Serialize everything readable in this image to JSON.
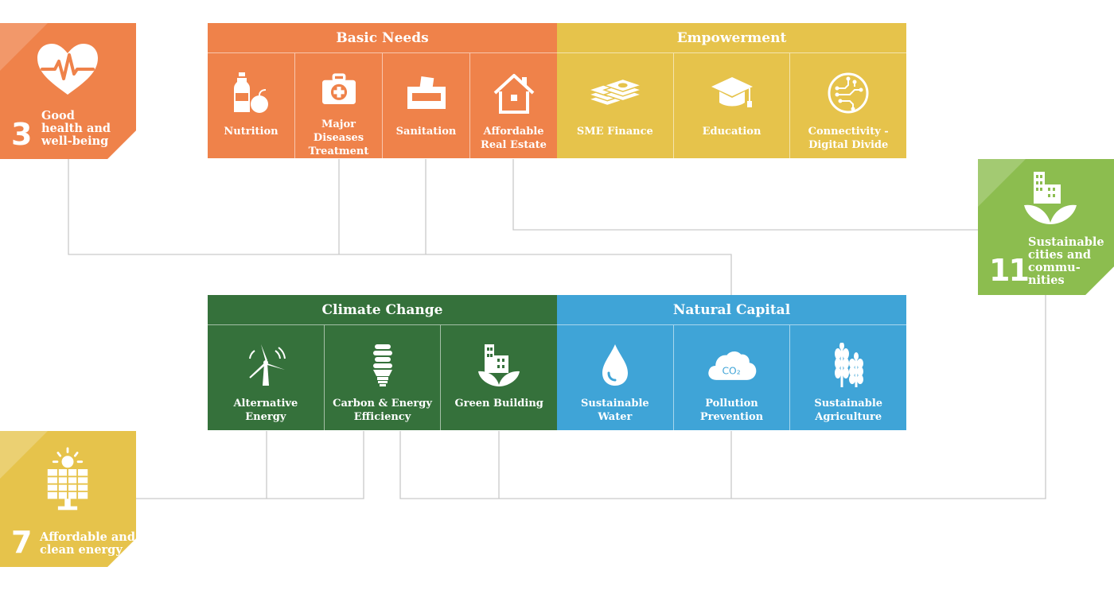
{
  "groups": {
    "basic_needs": {
      "title": "Basic Needs",
      "color": "#ef824a",
      "items": [
        {
          "label": "Nutrition",
          "icon": "nutrition-icon"
        },
        {
          "label": "Major Diseases\nTreatment",
          "icon": "medical-kit-icon"
        },
        {
          "label": "Sanitation",
          "icon": "sanitation-icon"
        },
        {
          "label": "Affordable\nReal Estate",
          "icon": "house-icon"
        }
      ]
    },
    "empowerment": {
      "title": "Empowerment",
      "color": "#e6c34b",
      "items": [
        {
          "label": "SME Finance",
          "icon": "money-stack-icon"
        },
        {
          "label": "Education",
          "icon": "graduation-cap-icon"
        },
        {
          "label": "Connectivity -\nDigital Divide",
          "icon": "circuit-icon"
        }
      ]
    },
    "climate_change": {
      "title": "Climate Change",
      "color": "#35713b",
      "items": [
        {
          "label": "Alternative\nEnergy",
          "icon": "wind-turbine-icon"
        },
        {
          "label": "Carbon & Energy\nEfficiency",
          "icon": "light-bulb-icon"
        },
        {
          "label": "Green Building",
          "icon": "green-building-icon"
        }
      ]
    },
    "natural_capital": {
      "title": "Natural Capital",
      "color": "#3fa4d7",
      "items": [
        {
          "label": "Sustainable\nWater",
          "icon": "water-drop-icon"
        },
        {
          "label": "Pollution\nPrevention",
          "icon": "co2-cloud-icon",
          "icon_text": "CO₂"
        },
        {
          "label": "Sustainable\nAgriculture",
          "icon": "wheat-icon"
        }
      ]
    }
  },
  "sdgs": {
    "sdg3": {
      "number": "3",
      "label": "Good\nhealth and\nwell-being",
      "color": "#ef824a",
      "icon": "heart-pulse-icon"
    },
    "sdg7": {
      "number": "7",
      "label": "Affordable and\nclean energy",
      "color": "#e6c34b",
      "icon": "solar-panel-icon"
    },
    "sdg11": {
      "number": "11",
      "label": "Sustainable\ncities and\ncommu-\nnities",
      "color": "#8cbd4f",
      "icon": "city-leaf-icon"
    }
  }
}
